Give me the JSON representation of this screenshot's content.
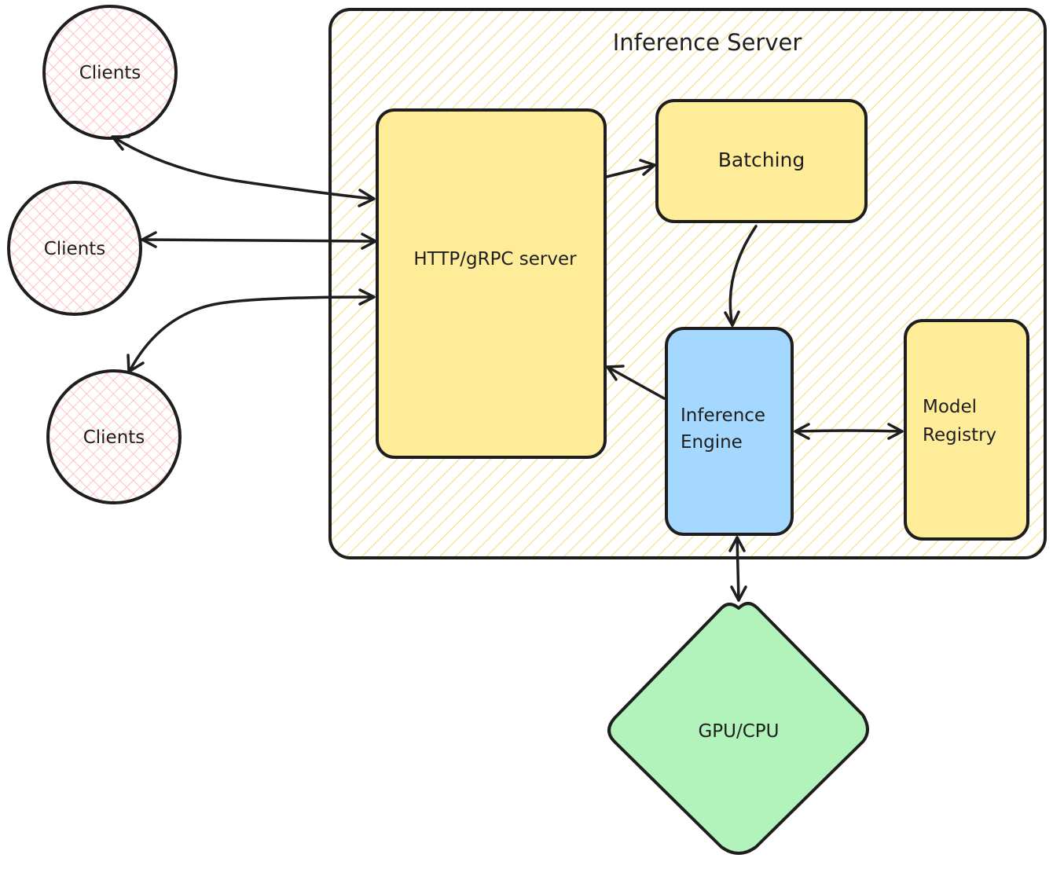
{
  "colors": {
    "server_hatch": "#f7e08a",
    "node_yellow": "#ffec99",
    "engine_blue": "#a5d8ff",
    "gpu_green": "#b2f2bb",
    "client_hatch": "#ffc9c9",
    "stroke": "#1e1e1e"
  },
  "server": {
    "title": "Inference Server"
  },
  "nodes": {
    "http": "HTTP/gRPC server",
    "batching": "Batching",
    "engine_line1": "Inference",
    "engine_line2": "Engine",
    "registry_line1": "Model",
    "registry_line2": "Registry",
    "gpu": "GPU/CPU"
  },
  "clients": {
    "c1": "Clients",
    "c2": "Clients",
    "c3": "Clients"
  }
}
